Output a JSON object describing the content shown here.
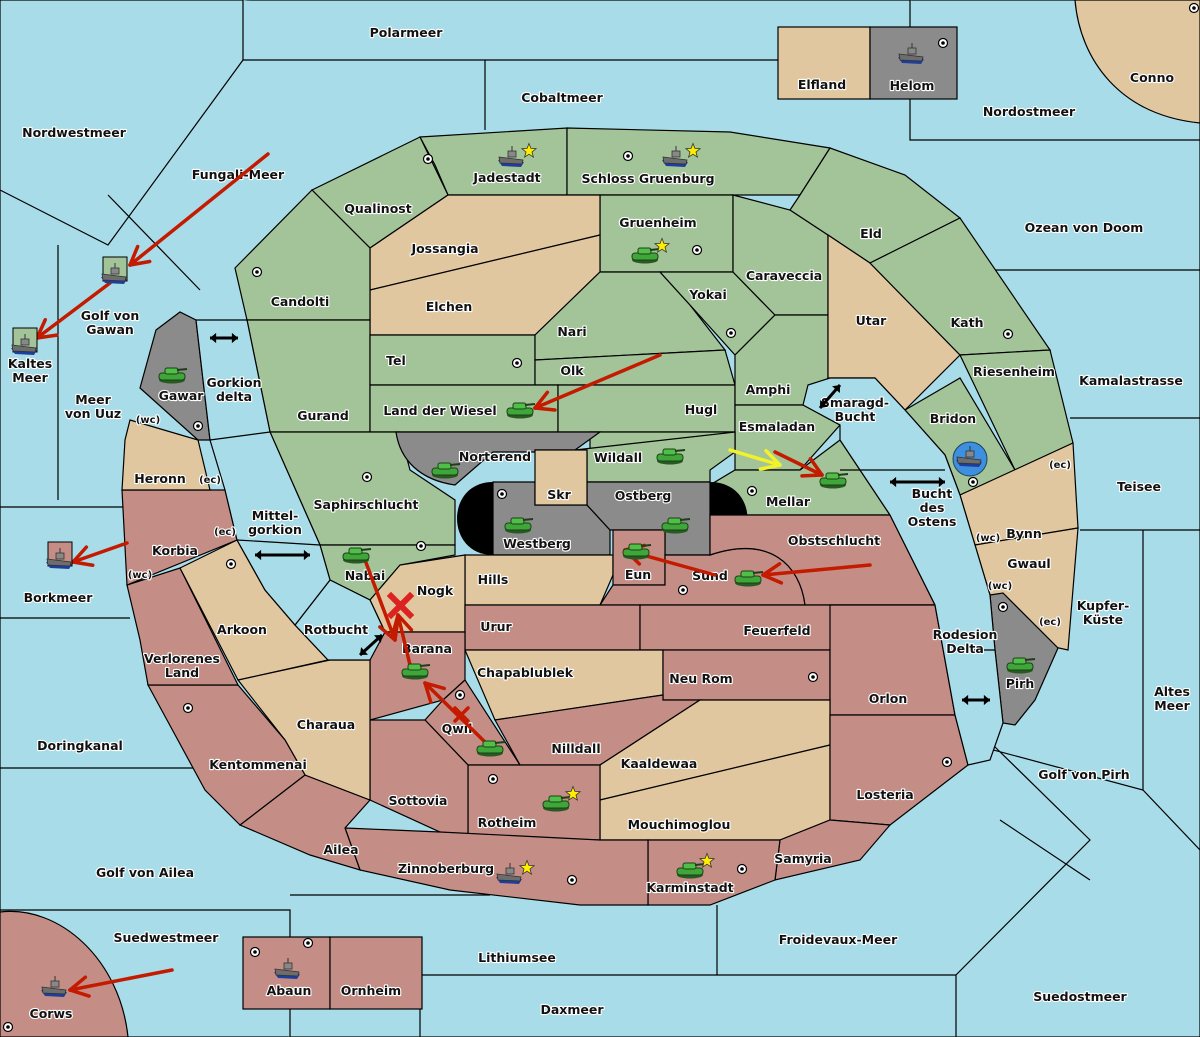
{
  "colors": {
    "sea": "#a8dce8",
    "green": "#a3c499",
    "tan": "#e1c79f",
    "red": "#c48e87",
    "gray": "#8b8b8b",
    "order": "#c41a00",
    "support": "#f2f22a",
    "fleet_highlight": "#3d8fe0",
    "star": "#ffee00",
    "tank": "#3fa63a"
  },
  "labels": {
    "polarmeer": "Polarmeer",
    "cobaltmeer": "Cobaltmeer",
    "nordwestmeer": "Nordwestmeer",
    "fungali": "Fungali-Meer",
    "elfland": "Elfland",
    "helom": "Helom",
    "conno": "Conno",
    "nordostmeer": "Nordostmeer",
    "ozean": "Ozean von Doom",
    "jadestadt": "Jadestadt",
    "schloss": "Schloss Gruenburg",
    "gruenheim": "Gruenheim",
    "qualinost": "Qualinost",
    "jossangia": "Jossangia",
    "elchen": "Elchen",
    "candolti": "Candolti",
    "eld": "Eld",
    "caraveccia": "Caraveccia",
    "yokai": "Yokai",
    "nari": "Nari",
    "tel": "Tel",
    "olk": "Olk",
    "utar": "Utar",
    "kath": "Kath",
    "riesenheim": "Riesenheim",
    "kamalastrasse": "Kamalastrasse",
    "golf_gawan": [
      "Golf von",
      "Gawan"
    ],
    "kaltes": [
      "Kaltes",
      "Meer"
    ],
    "meer_uuz": [
      "Meer",
      "von Uuz"
    ],
    "gawar": "Gawar",
    "gorkion": [
      "Gorkion",
      "delta"
    ],
    "gurand": "Gurand",
    "land_wiesel": "Land der Wiesel",
    "hugl": "Hugl",
    "amphi": "Amphi",
    "esmaladan": "Esmaladan",
    "smaragd": [
      "Smaragd-",
      "Bucht"
    ],
    "bridon": "Bridon",
    "heronn": "Heronn",
    "norterend": "Norterend",
    "wildall": "Wildall",
    "skr": "Skr",
    "ostberg": "Ostberg",
    "westberg": "Westberg",
    "mellar": "Mellar",
    "saphir": "Saphirschlucht",
    "teisee": "Teisee",
    "bucht_ostens": [
      "Bucht",
      "des",
      "Ostens"
    ],
    "bynn": "Bynn",
    "gwaul": "Gwaul",
    "mittelgorkion": [
      "Mittel-",
      "gorkion"
    ],
    "korbia": "Korbia",
    "borkmeer": "Borkmeer",
    "nabai": "Nabai",
    "nogk": "Nogk",
    "hills": "Hills",
    "eun": "Eun",
    "sund": "Sund",
    "obstschlucht": "Obstschlucht",
    "arkoon": "Arkoon",
    "rotbucht": "Rotbucht",
    "urur": "Urur",
    "feuerfeld": "Feuerfeld",
    "kupfer": [
      "Kupfer-",
      "Küste"
    ],
    "rodesion": [
      "Rodesion",
      "Delta"
    ],
    "barana": "Barana",
    "chapablublek": "Chapablublek",
    "neu_rom": "Neu Rom",
    "verlorenes": [
      "Verlorenes",
      "Land"
    ],
    "pirh": "Pirh",
    "orlon": "Orlon",
    "altes": [
      "Altes",
      "Meer"
    ],
    "charaua": "Charaua",
    "doringkanal": "Doringkanal",
    "qwil": "Qwil",
    "nilldall": "Nilldall",
    "kentommenai": "Kentommenai",
    "kaaldewaa": "Kaaldewaa",
    "golf_pirh": "Golf von Pirh",
    "sottovia": "Sottovia",
    "rotheim": "Rotheim",
    "mouchimoglou": "Mouchimoglou",
    "losteria": "Losteria",
    "ailea": "Ailea",
    "samyria": "Samyria",
    "golf_ailea": "Golf von Ailea",
    "zinnoberburg": "Zinnoberburg",
    "karminstadt": "Karminstadt",
    "suedwestmeer": "Suedwestmeer",
    "froidevaux": "Froidevaux-Meer",
    "lithiumsee": "Lithiumsee",
    "abaun": "Abaun",
    "ornheim": "Ornheim",
    "suedostmeer": "Suedostmeer",
    "daxmeer": "Daxmeer",
    "corws": "Corws"
  },
  "coasts": {
    "wc": "(wc)",
    "ec": "(ec)"
  },
  "units": [
    {
      "type": "fleet",
      "province": "Jadestadt",
      "capital": true
    },
    {
      "type": "fleet",
      "province": "Schloss Gruenburg",
      "capital": true
    },
    {
      "type": "army",
      "province": "Gruenheim",
      "capital": true
    },
    {
      "type": "fleet",
      "province": "Helom",
      "capital": false
    },
    {
      "type": "fleet",
      "province": "Golf von Gawan",
      "capital": false
    },
    {
      "type": "fleet",
      "province": "Kaltes Meer",
      "capital": false
    },
    {
      "type": "army",
      "province": "Gawar",
      "capital": false
    },
    {
      "type": "army",
      "province": "Land der Wiesel",
      "capital": false
    },
    {
      "type": "army",
      "province": "Norterend",
      "capital": false
    },
    {
      "type": "army",
      "province": "Wildall",
      "capital": false
    },
    {
      "type": "army",
      "province": "Mellar",
      "capital": false
    },
    {
      "type": "army",
      "province": "Westberg",
      "capital": false
    },
    {
      "type": "army",
      "province": "Ostberg",
      "capital": false
    },
    {
      "type": "army",
      "province": "Eun",
      "capital": false
    },
    {
      "type": "army",
      "province": "Sund",
      "capital": false
    },
    {
      "type": "army",
      "province": "Nabai",
      "capital": false
    },
    {
      "type": "army",
      "province": "Barana",
      "capital": false
    },
    {
      "type": "army",
      "province": "Qwil",
      "capital": false
    },
    {
      "type": "army",
      "province": "Rotheim",
      "capital": true
    },
    {
      "type": "fleet",
      "province": "Zinnoberburg",
      "capital": true
    },
    {
      "type": "army",
      "province": "Karminstadt",
      "capital": true
    },
    {
      "type": "army",
      "province": "Pirh",
      "capital": false
    },
    {
      "type": "fleet",
      "province": "Bridon",
      "capital": false,
      "highlighted": true
    },
    {
      "type": "fleet",
      "province": "Borkmeer",
      "capital": false
    },
    {
      "type": "fleet",
      "province": "Abaun",
      "capital": false
    },
    {
      "type": "fleet",
      "province": "Corws",
      "capital": false
    }
  ]
}
